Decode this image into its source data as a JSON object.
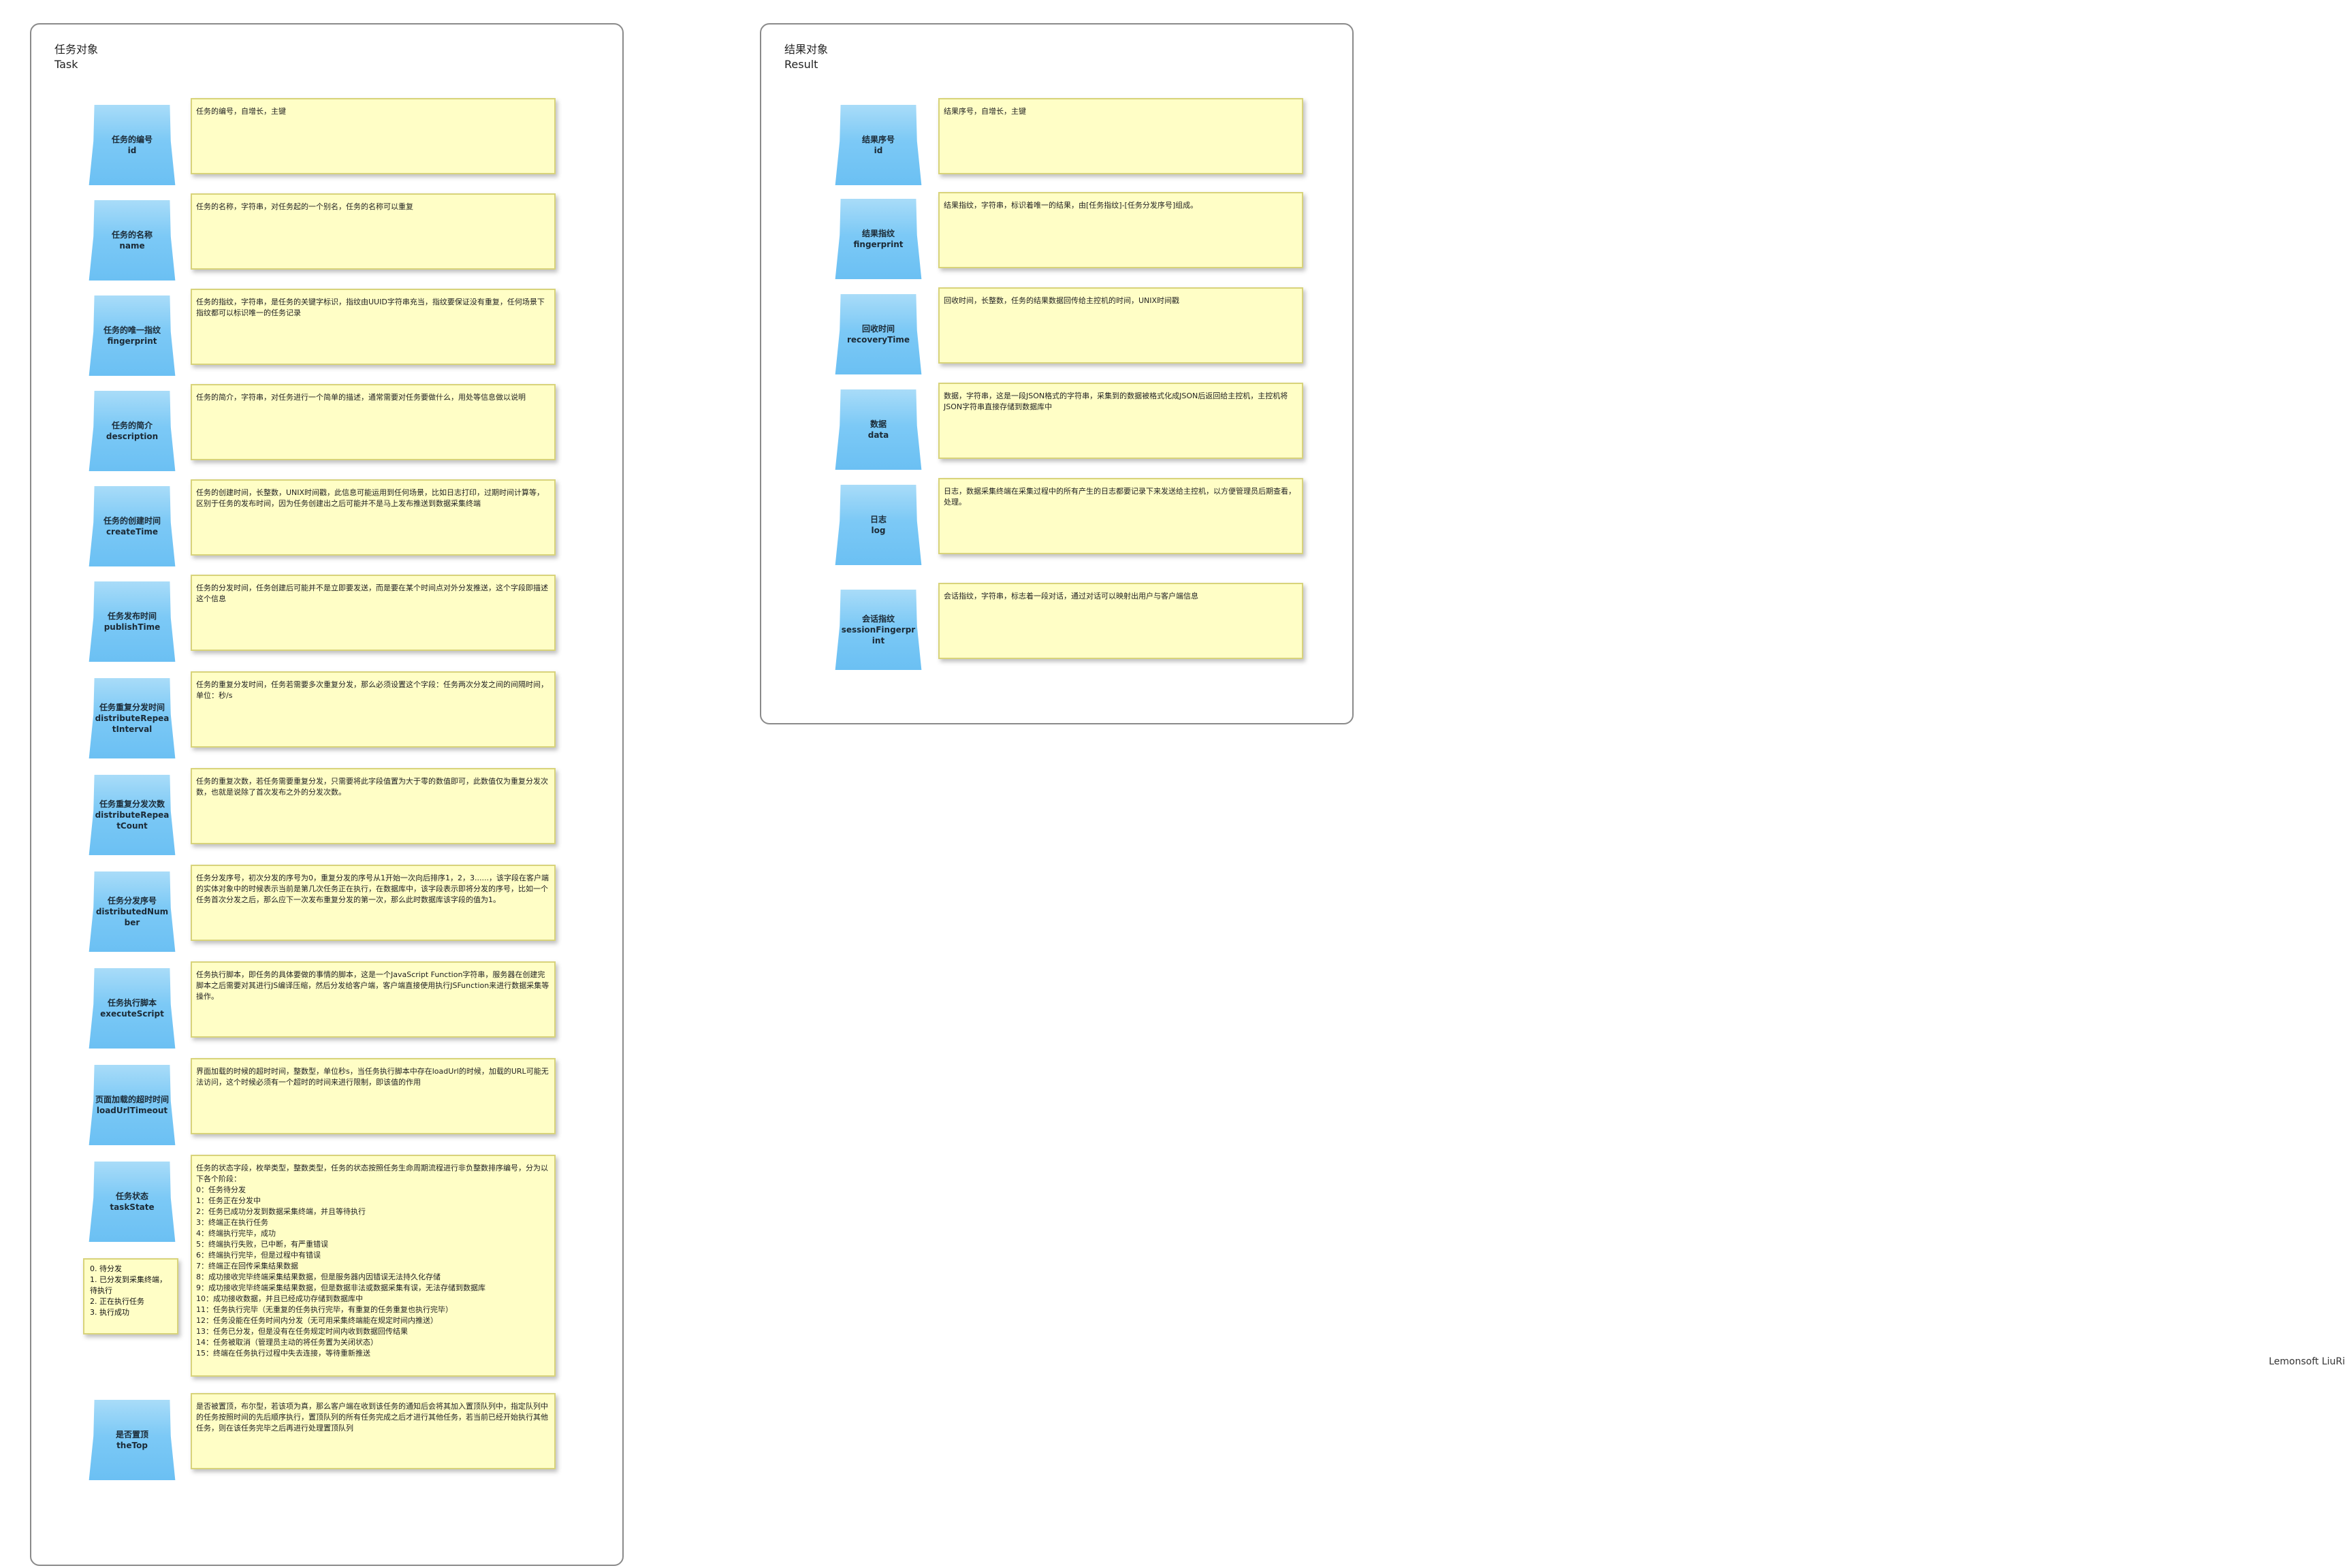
{
  "task": {
    "title_cn": "任务对象",
    "title_en": "Task",
    "fields": [
      {
        "cn": "任务的编号",
        "en": "id",
        "desc": "任务的编号，自增长，主键"
      },
      {
        "cn": "任务的名称",
        "en": "name",
        "desc": "任务的名称，字符串，对任务起的一个别名，任务的名称可以重复"
      },
      {
        "cn": "任务的唯一指纹",
        "en": "fingerprint",
        "desc": "任务的指纹，字符串，是任务的关键字标识，指纹由UUID字符串充当，指纹要保证没有重复，任何场景下指纹都可以标识唯一的任务记录"
      },
      {
        "cn": "任务的简介",
        "en": "description",
        "desc": "任务的简介，字符串，对任务进行一个简单的描述，通常需要对任务要做什么，用处等信息做以说明"
      },
      {
        "cn": "任务的创建时间",
        "en": "createTime",
        "desc": "任务的创建时间，长整数，UNIX时间戳，此信息可能运用到任何场景，比如日志打印，过期时间计算等，区别于任务的发布时间，因为任务创建出之后可能并不是马上发布推送到数据采集终端"
      },
      {
        "cn": "任务发布时间",
        "en": "publishTime",
        "desc": "任务的分发时间，任务创建后可能并不是立即要发送，而是要在某个时间点对外分发推送，这个字段即描述这个信息"
      },
      {
        "cn": "任务重复分发时间",
        "en": "distributeRepeatInterval",
        "desc": "任务的重复分发时间，任务若需要多次重复分发，那么必须设置这个字段：任务两次分发之间的间隔时间，单位：秒/s"
      },
      {
        "cn": "任务重复分发次数",
        "en": "distributeRepeatCount",
        "desc": "任务的重复次数，若任务需要重复分发，只需要将此字段值置为大于零的数值即可，此数值仅为重复分发次数，也就是说除了首次发布之外的分发次数。"
      },
      {
        "cn": "任务分发序号",
        "en": "distributedNumber",
        "desc": "任务分发序号，初次分发的序号为0，重复分发的序号从1开始一次向后排序1，2，3......，该字段在客户端的实体对象中的时候表示当前是第几次任务正在执行，在数据库中，该字段表示即将分发的序号，比如一个任务首次分发之后，那么应下一次发布重复分发的第一次，那么此时数据库该字段的值为1。"
      },
      {
        "cn": "任务执行脚本",
        "en": "executeScript",
        "desc": "任务执行脚本，即任务的具体要做的事情的脚本，这是一个JavaScript Function字符串，服务器在创建完脚本之后需要对其进行JS编译压缩，然后分发给客户端，客户端直接使用执行JSFunction来进行数据采集等操作。"
      },
      {
        "cn": "页面加载的超时时间",
        "en": "loadUrlTimeout",
        "desc": "界面加载的时候的超时时间，整数型，单位秒s，当任务执行脚本中存在loadUrl的时候，加载的URL可能无法访问，这个时候必须有一个超时的时间来进行限制，即该值的作用"
      },
      {
        "cn": "任务状态",
        "en": "taskState",
        "desc": "任务的状态字段，枚举类型，整数类型，任务的状态按照任务生命周期流程进行非负整数排序编号，分为以下各个阶段：\n0：任务待分发\n1：任务正在分发中\n2：任务已成功分发到数据采集终端，并且等待执行\n3：终端正在执行任务\n4：终端执行完毕，成功\n5：终端执行失败，已中断，有严重错误\n6：终端执行完毕，但是过程中有错误\n7：终端正在回传采集结果数据\n8：成功接收完毕终端采集结果数据，但是服务器内因错误无法持久化存储\n9：成功接收完毕终端采集结果数据，但是数据非法或数据采集有误，无法存储到数据库\n10：成功接收数据，并且已经成功存储到数据库中\n11：任务执行完毕（无重复的任务执行完毕，有重复的任务重复也执行完毕）\n12：任务没能在任务时间内分发（无可用采集终端能在规定时间内推送）\n13：任务已分发，但是没有在任务规定时间内收到数据回传结果\n14：任务被取消（管理员主动的将任务置为关闭状态）\n15：终端在任务执行过程中失去连接，等待重新推送"
      },
      {
        "cn": "是否置顶",
        "en": "theTop",
        "desc": "是否被置顶，布尔型，若该项为真，那么客户端在收到该任务的通知后会将其加入置顶队列中，指定队列中的任务按照时间的先后顺序执行，置顶队列的所有任务完成之后才进行其他任务，若当前已经开始执行其他任务，则在该任务完毕之后再进行处理置顶队列"
      }
    ],
    "state_note": "0. 待分发\n1. 已分发到采集终端，待执行\n2. 正在执行任务\n3. 执行成功"
  },
  "result": {
    "title_cn": "结果对象",
    "title_en": "Result",
    "fields": [
      {
        "cn": "结果序号",
        "en": "id",
        "desc": "结果序号，自增长，主键"
      },
      {
        "cn": "结果指纹",
        "en": "fingerprint",
        "desc": "结果指纹，字符串，标识着唯一的结果，由[任务指纹]-[任务分发序号]组成。"
      },
      {
        "cn": "回收时间",
        "en": "recoveryTime",
        "desc": "回收时间，长整数，任务的结果数据回传给主控机的时间，UNIX时间戳"
      },
      {
        "cn": "数据",
        "en": "data",
        "desc": "数据，字符串，这是一段JSON格式的字符串，采集到的数据被格式化成JSON后返回给主控机，主控机将JSON字符串直接存储到数据库中"
      },
      {
        "cn": "日志",
        "en": "log",
        "desc": "日志，数据采集终端在采集过程中的所有产生的日志都要记录下来发送给主控机，以方便管理员后期查看，处理。"
      },
      {
        "cn": "会话指纹",
        "en": "sessionFingerprint",
        "desc": "会话指纹，字符串，标志着一段对话，通过对话可以映射出用户与客户端信息"
      }
    ]
  },
  "author": "Lemonsoft LiuRi"
}
